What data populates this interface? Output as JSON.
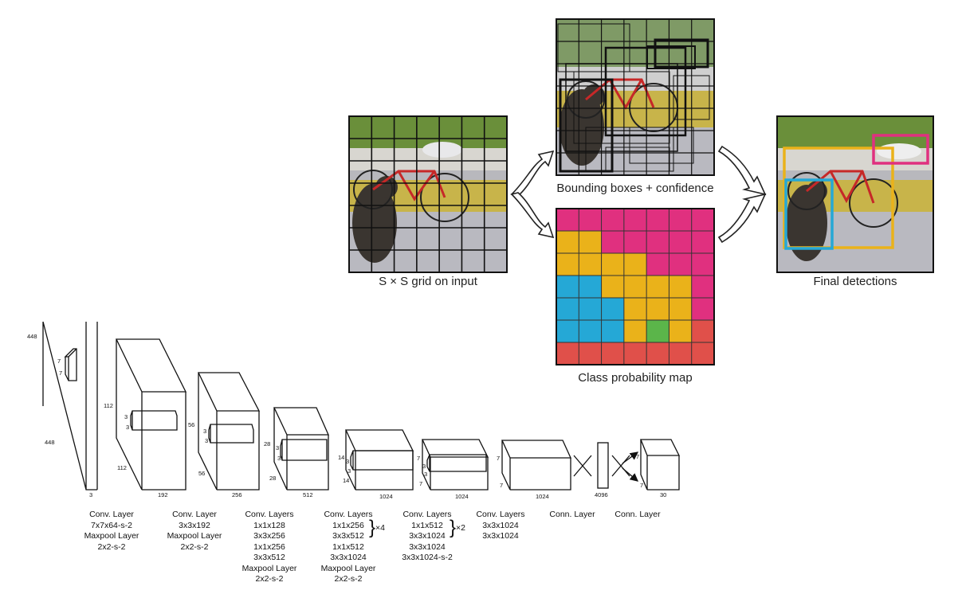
{
  "captions": {
    "grid_input": "S × S grid on input",
    "bounding_boxes": "Bounding boxes + confidence",
    "class_map": "Class probability map",
    "final": "Final detections"
  },
  "colors": {
    "magenta": "#e0307f",
    "yellow": "#eab21a",
    "cyan": "#25a8d6",
    "green": "#5bb54a",
    "red": "#e0504a",
    "grass": "#6a8f3a",
    "wall": "#c8b44a",
    "floor": "#b8b8bd"
  },
  "class_map_grid": [
    [
      "magenta",
      "magenta",
      "magenta",
      "magenta",
      "magenta",
      "magenta",
      "magenta"
    ],
    [
      "yellow",
      "yellow",
      "magenta",
      "magenta",
      "magenta",
      "magenta",
      "magenta"
    ],
    [
      "yellow",
      "yellow",
      "yellow",
      "yellow",
      "magenta",
      "magenta",
      "magenta"
    ],
    [
      "cyan",
      "cyan",
      "yellow",
      "yellow",
      "yellow",
      "yellow",
      "magenta"
    ],
    [
      "cyan",
      "cyan",
      "cyan",
      "yellow",
      "yellow",
      "yellow",
      "magenta"
    ],
    [
      "cyan",
      "cyan",
      "cyan",
      "yellow",
      "green",
      "yellow",
      "red"
    ],
    [
      "red",
      "red",
      "red",
      "red",
      "red",
      "red",
      "red"
    ]
  ],
  "layer_dims": {
    "input": {
      "h": "448",
      "w": "448",
      "d": "3",
      "k1": "7",
      "k2": "7"
    },
    "l1": {
      "h1": "112",
      "h2": "112",
      "d": "192",
      "k1": "3",
      "k2": "3"
    },
    "l2": {
      "h1": "56",
      "h2": "56",
      "d": "256",
      "k1": "3",
      "k2": "3"
    },
    "l3": {
      "h1": "28",
      "h2": "28",
      "d": "512",
      "k1": "3",
      "k2": "3"
    },
    "l4": {
      "h1": "14",
      "h2": "14",
      "d": "1024",
      "k1": "3",
      "k2": "3"
    },
    "l5": {
      "h1": "7",
      "h2": "7",
      "d": "1024",
      "k1": "3",
      "k2": "3"
    },
    "l6": {
      "h1": "7",
      "h2": "7",
      "d": "1024"
    },
    "fc1": {
      "d": "4096"
    },
    "out": {
      "h1": "7",
      "h2": "7",
      "d": "30"
    }
  },
  "layer_captions": [
    [
      "Conv. Layer",
      "7x7x64-s-2",
      "Maxpool Layer",
      "2x2-s-2"
    ],
    [
      "Conv. Layer",
      "3x3x192",
      "Maxpool Layer",
      "2x2-s-2"
    ],
    [
      "Conv. Layers",
      "1x1x128",
      "3x3x256",
      "1x1x256",
      "3x3x512",
      "Maxpool Layer",
      "2x2-s-2"
    ],
    [
      "Conv. Layers",
      "1x1x256",
      "3x3x512",
      "1x1x512",
      "3x3x1024",
      "Maxpool Layer",
      "2x2-s-2"
    ],
    [
      "Conv. Layers",
      "1x1x512",
      "3x3x1024",
      "3x3x1024",
      "3x3x1024-s-2"
    ],
    [
      "Conv. Layers",
      "3x3x1024",
      "3x3x1024"
    ],
    [
      "Conn. Layer"
    ],
    [
      "Conn. Layer"
    ]
  ],
  "repeat_marks": {
    "x4": "×4",
    "x2": "×2"
  }
}
